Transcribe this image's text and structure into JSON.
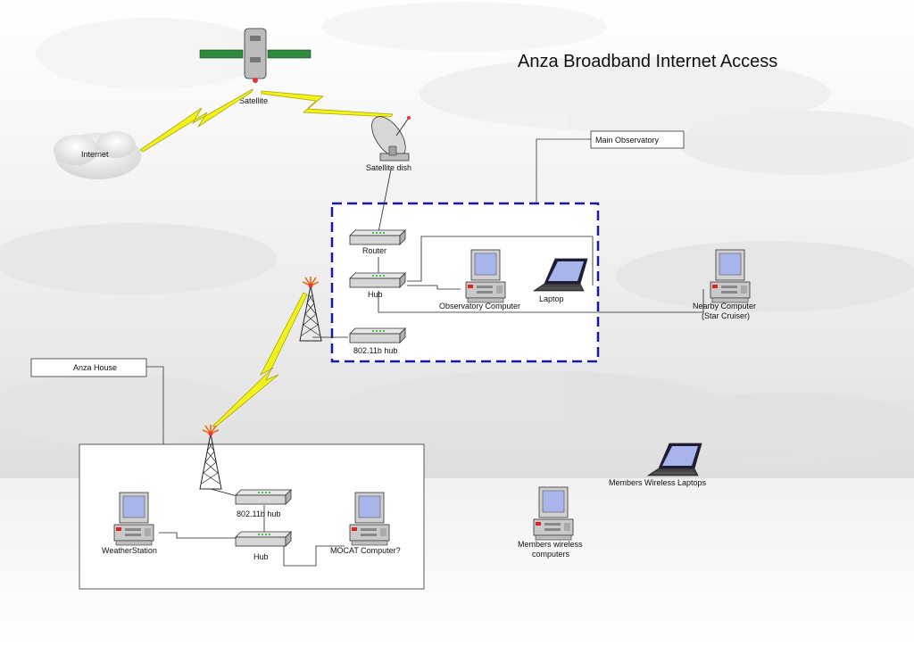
{
  "title": "Anza Broadband Internet Access",
  "labels": {
    "satellite": "Satellite",
    "internet": "Internet",
    "satellite_dish": "Satellite dish",
    "main_observatory": "Main Observatory",
    "router": "Router",
    "hub_observatory": "Hub",
    "observatory_computer": "Observatory Computer",
    "laptop": "Laptop",
    "wifi_hub_observatory": "802.11b hub",
    "nearby_computer_line1": "Nearby Computer",
    "nearby_computer_line2": "(Star Cruiser)",
    "anza_house": "Anza House",
    "wifi_hub_house": "802.11b hub",
    "hub_house": "Hub",
    "weather_station": "WeatherStation",
    "mocat_computer": "MOCAT Computer?",
    "members_laptops": "Members Wireless Laptops",
    "members_computers_line1": "Members wireless",
    "members_computers_line2": "computers"
  },
  "colors": {
    "lightning": "#f2f21a",
    "observatory_border": "#1a1aa0",
    "screen": "#a9b4ea",
    "case": "#c8c8c8"
  }
}
